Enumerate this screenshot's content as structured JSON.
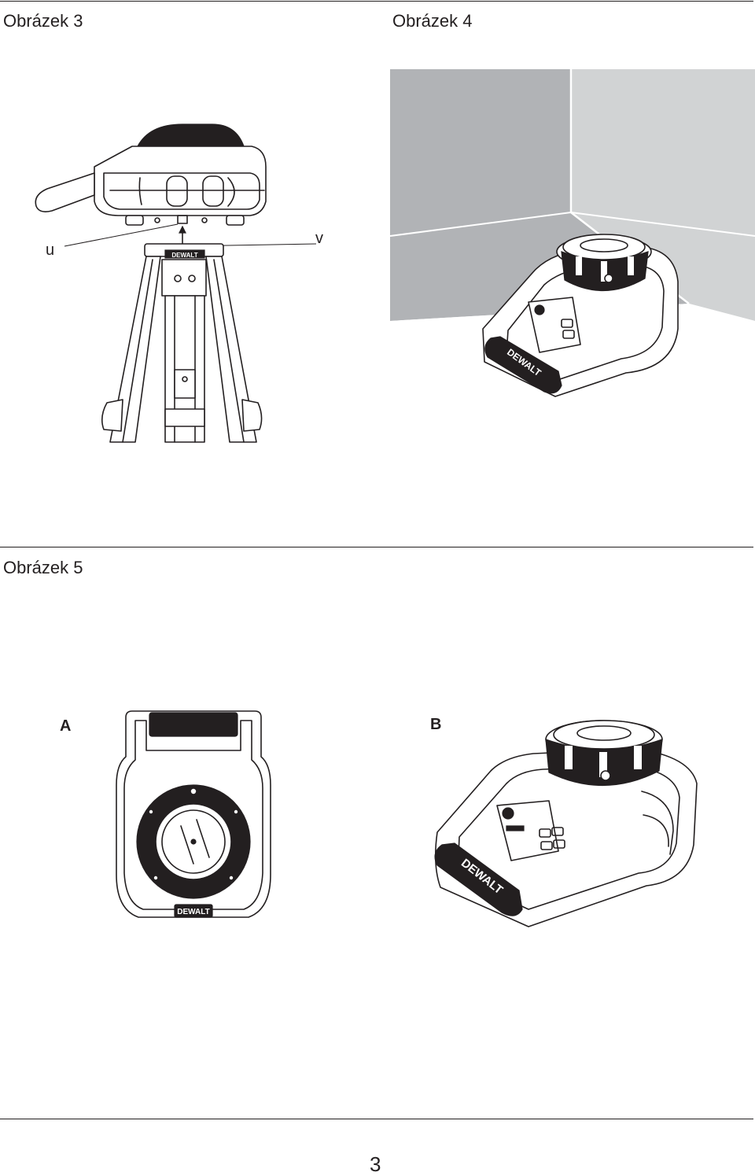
{
  "figures": {
    "fig3": {
      "title": "Obrázek 3",
      "callout_u": "u",
      "callout_v": "v"
    },
    "fig4": {
      "title": "Obrázek 4"
    },
    "fig5": {
      "title": "Obrázek 5",
      "label_a": "A",
      "label_b": "B"
    }
  },
  "brand_logo_text": "DEWALT",
  "page_number": "3",
  "colors": {
    "ink": "#231f20",
    "wall_left": "#b1b3b6",
    "wall_right": "#d1d3d4"
  }
}
